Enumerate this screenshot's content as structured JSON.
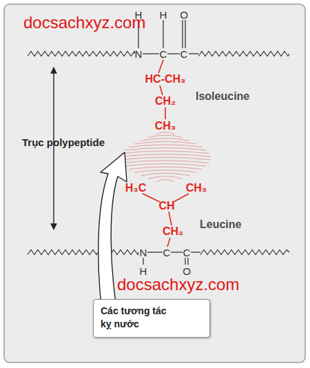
{
  "diagram": {
    "nodes": [
      {
        "text": [
          "Các tương tác kỵ nước"
        ]
      }
    ],
    "labels": [
      "docsachxyz.com",
      "H",
      "H",
      "O",
      "N",
      "C",
      "C",
      "HC-CH₃",
      "CH₂",
      "CH₃",
      "Isoleucine",
      "Trục polypeptide",
      "H₃C",
      "CH₃",
      "CH",
      "CH₂",
      "Leucine",
      "N",
      "C",
      "C",
      "H",
      "O",
      "docsachxyz.com"
    ]
  }
}
